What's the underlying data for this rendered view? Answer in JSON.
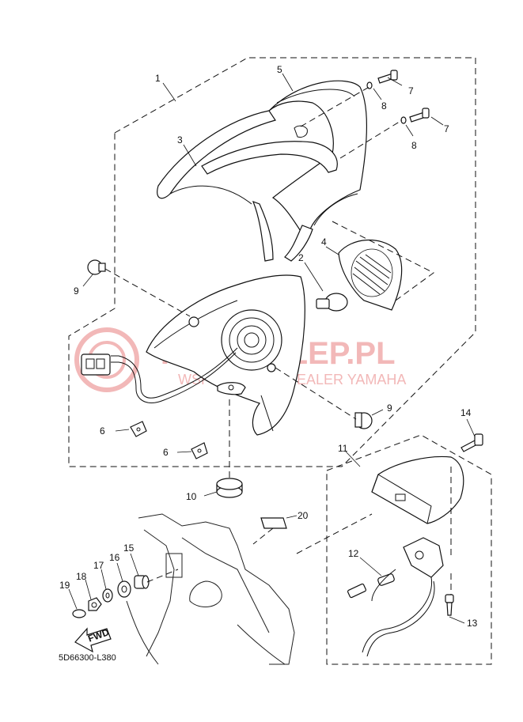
{
  "watermark": {
    "title": "YAMASKLEP.PL",
    "subtitle": "WSPÓŁPRACA: DEALER YAMAHA",
    "color": "#f2b8b8"
  },
  "callouts": {
    "p1": "1",
    "p2": "2",
    "p3": "3",
    "p4": "4",
    "p5": "5",
    "p6a": "6",
    "p6b": "6",
    "p7a": "7",
    "p7b": "7",
    "p8a": "8",
    "p8b": "8",
    "p9a": "9",
    "p9b": "9",
    "p10": "10",
    "p11": "11",
    "p12": "12",
    "p13": "13",
    "p14": "14",
    "p15": "15",
    "p16": "16",
    "p17": "17",
    "p18": "18",
    "p19": "19",
    "p20": "20"
  },
  "fwd_label": "FWD",
  "diagram_code": "5D66300-L380"
}
